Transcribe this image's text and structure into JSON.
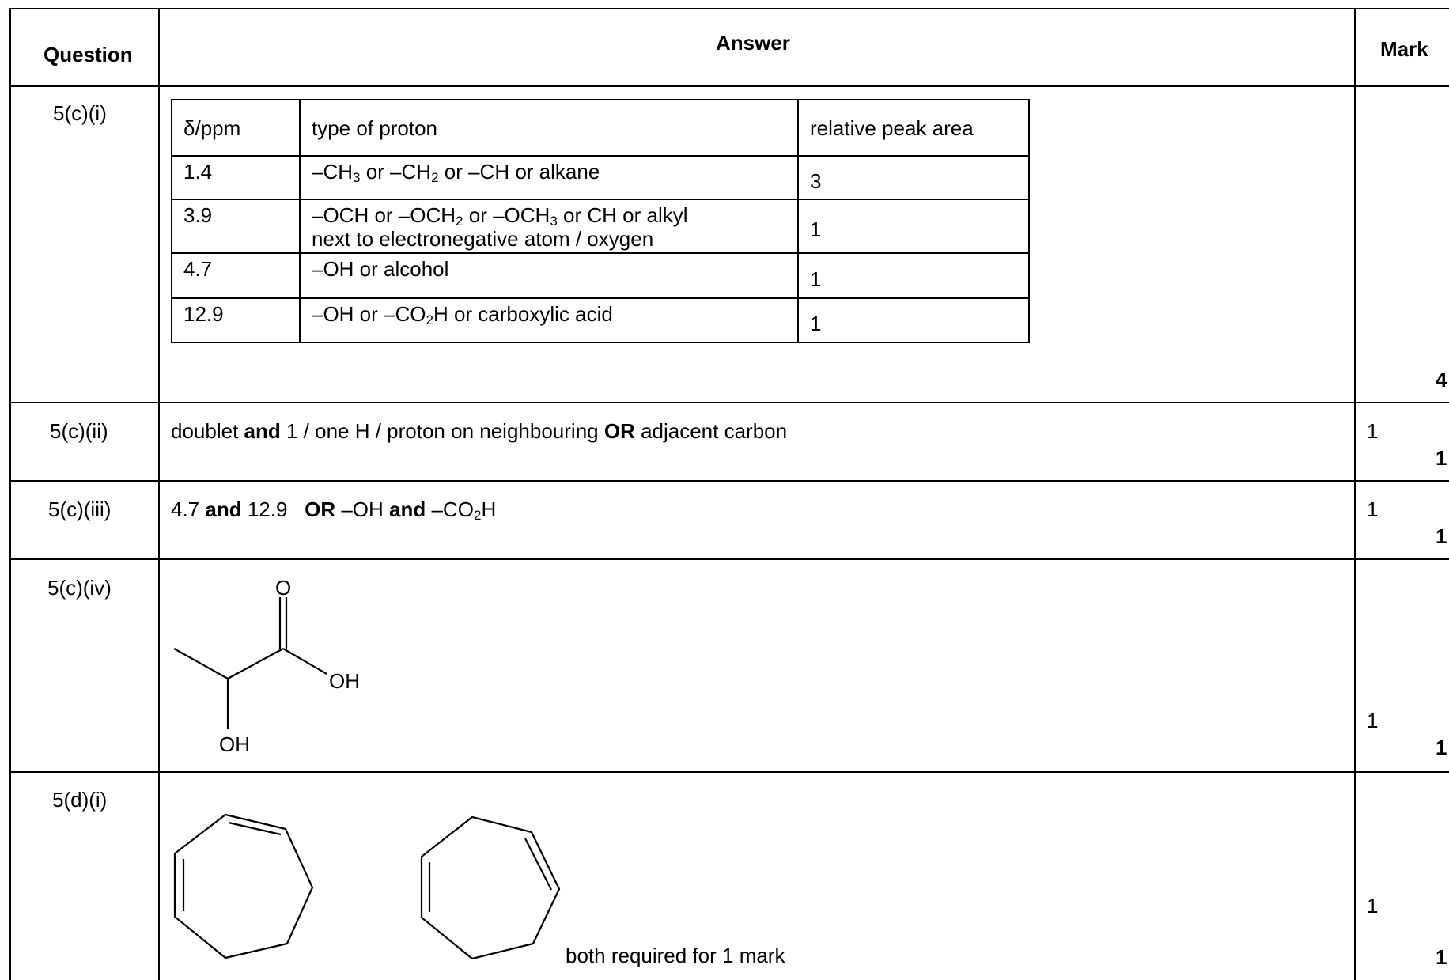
{
  "header": {
    "question": "Question",
    "answer": "Answer",
    "mark": "Mark"
  },
  "rows": [
    {
      "question": "5(c)(i)",
      "inner_table": {
        "headers": {
          "shift": "δ/ppm",
          "type": "type of proton",
          "area": "relative peak area"
        },
        "rows": [
          {
            "shift": "1.4",
            "type_line1": "–CH3 or –CH2 or –CH or alkane",
            "type_line2": "",
            "area": "3"
          },
          {
            "shift": "3.9",
            "type_line1": "–OCH or –OCH2 or –OCH3 or CH or alkyl",
            "type_line2": "next to electronegative atom / oxygen",
            "area": "1"
          },
          {
            "shift": "4.7",
            "type_line1": "–OH or alcohol",
            "type_line2": "",
            "area": "1"
          },
          {
            "shift": "12.9",
            "type_line1": "–OH or –CO2H or carboxylic acid",
            "type_line2": "",
            "area": "1"
          }
        ]
      },
      "mark": "",
      "total": "4"
    },
    {
      "question": "5(c)(ii)",
      "answer": {
        "p1": "doublet ",
        "b1": "and",
        "p2": " 1 / one H / proton on neighbouring ",
        "b2": "OR",
        "p3": " adjacent carbon"
      },
      "mark": "1",
      "total": "1"
    },
    {
      "question": "5(c)(iii)",
      "answer": {
        "p1": "4.7 ",
        "b1": "and",
        "p2": " 12.9 ",
        "b2": "OR",
        "p3": " –OH ",
        "b3": "and",
        "p4": " –CO",
        "sub": "2",
        "p5": "H"
      },
      "mark": "1",
      "total": "1"
    },
    {
      "question": "5(c)(iv)",
      "structure_labels": {
        "o": "O",
        "oh_acid": "OH",
        "oh_alcohol": "OH"
      },
      "mark": "1",
      "total": "1"
    },
    {
      "question": "5(d)(i)",
      "note": "both required for 1 mark",
      "mark": "1",
      "total": "1"
    }
  ]
}
